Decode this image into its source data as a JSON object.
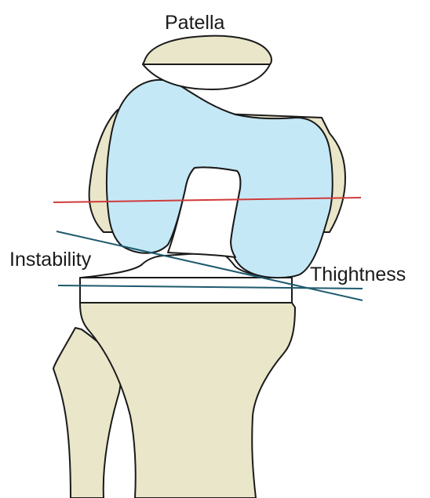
{
  "labels": {
    "patella": "Patella",
    "instability": "Instability",
    "thightness": "Thightness"
  },
  "colors": {
    "bone": "#e9e6c9",
    "implant": "#c5e8f7",
    "red_line": "#d13a3a",
    "teal_line": "#1e5a6e",
    "outline": "#1a1a1a"
  }
}
